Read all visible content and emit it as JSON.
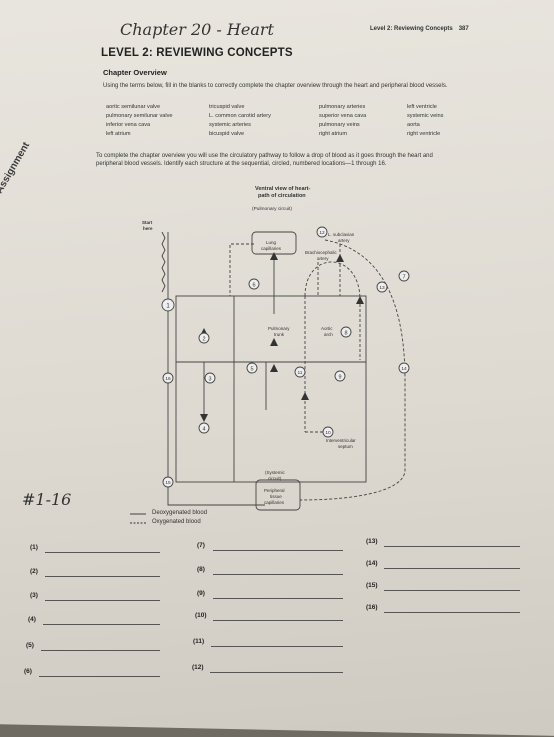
{
  "header": {
    "handwritten_title": "Chapter 20 - Heart",
    "running_head": "Level 2: Reviewing Concepts",
    "page_number": "387"
  },
  "level_title": "LEVEL 2: REVIEWING CONCEPTS",
  "section_title": "Chapter Overview",
  "instructions_1": "Using the terms below, fill in the blanks to correctly complete the chapter overview through the heart and peripheral blood vessels.",
  "terms": [
    "aortic semilunar valve",
    "pulmonary semilunar valve",
    "inferior vena cava",
    "left atrium",
    "tricuspid valve",
    "L. common carotid artery",
    "systemic arteries",
    "bicuspid valve",
    "pulmonary arteries",
    "superior vena cava",
    "pulmonary veins",
    "right atrium",
    "left ventricle",
    "systemic veins",
    "aorta",
    "right ventricle"
  ],
  "instructions_2": "To complete the chapter overview you will use the circulatory pathway to follow a drop of blood as it goes through the heart and peripheral blood vessels. Identify each structure at the sequential, circled, numbered locations—1 through 16.",
  "margin_word": "Assignment",
  "side_note": "#1-16",
  "diagram": {
    "title_line1": "Ventral view of heart-",
    "title_line2": "path of circulation",
    "pulmonary_circuit": "(Pulmonary circuit)",
    "start": "Start",
    "start2": "here",
    "lung_line1": "Lung",
    "lung_line2": "capillaries",
    "subclavian_line1": "L. subclavian",
    "subclavian_line2": "artery",
    "brachio_line1": "Brachiocephalic",
    "brachio_line2": "artery",
    "pulmonary_trunk_line1": "Pulmonary",
    "pulmonary_trunk_line2": "trunk",
    "aortic_arch_line1": "Aortic",
    "aortic_arch_line2": "arch",
    "septum_line1": "Interventricular",
    "septum_line2": "septum",
    "systemic_line1": "(Systemic",
    "systemic_line2": "circuit)",
    "peripheral_line1": "Peripheral",
    "peripheral_line2": "tissue",
    "peripheral_line3": "capillaries",
    "circle_numbers": [
      "1",
      "2",
      "3",
      "4",
      "5",
      "6",
      "7",
      "8",
      "9",
      "10",
      "11",
      "12",
      "13",
      "14",
      "15",
      "16"
    ]
  },
  "legend": {
    "deoxygenated": "Deoxygenated blood",
    "oxygenated": "Oxygenated blood"
  },
  "blanks": [
    "(1)",
    "(2)",
    "(3)",
    "(4)",
    "(5)",
    "(6)",
    "(7)",
    "(8)",
    "(9)",
    "(10)",
    "(11)",
    "(12)",
    "(13)",
    "(14)",
    "(15)",
    "(16)"
  ],
  "colors": {
    "paper": "#e4e0d8",
    "ink": "#333333",
    "background": "#6f6a62"
  }
}
